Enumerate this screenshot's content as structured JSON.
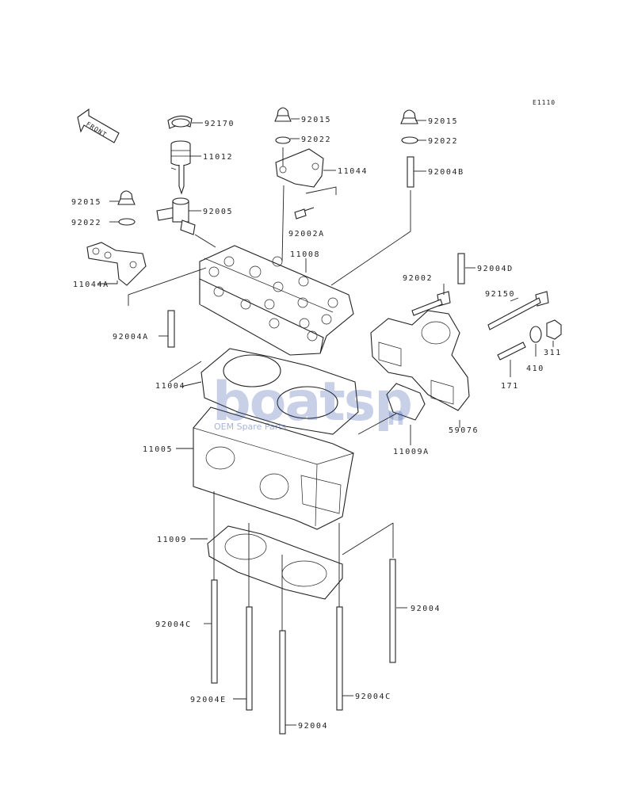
{
  "diagram": {
    "figure_code": "E1110",
    "front_label": "FRONT",
    "watermark": {
      "brand": "boatsp",
      "suffix": "n",
      "tagline": "OEM Spare Parts"
    },
    "callouts": {
      "c92170": "92170",
      "c11012": "11012",
      "c92015_top": "92015",
      "c92022_top": "92022",
      "c11044": "11044",
      "c92002A": "92002A",
      "c92015_right": "92015",
      "c92022_right": "92022",
      "c92004B": "92004B",
      "c92015_left": "92015",
      "c92022_left": "92022",
      "c92005": "92005",
      "c11044A": "11044A",
      "c11008": "11008",
      "c92004D": "92004D",
      "c92002": "92002",
      "c92150": "92150",
      "c92004A": "92004A",
      "c311": "311",
      "c410": "410",
      "c171": "171",
      "c11004": "11004",
      "c59076": "59076",
      "c11009A": "11009A",
      "c11005": "11005",
      "c11009": "11009",
      "c92004_right": "92004",
      "c92004C_left": "92004C",
      "c92004E": "92004E",
      "c92004C_right": "92004C",
      "c92004_bottom": "92004"
    }
  }
}
